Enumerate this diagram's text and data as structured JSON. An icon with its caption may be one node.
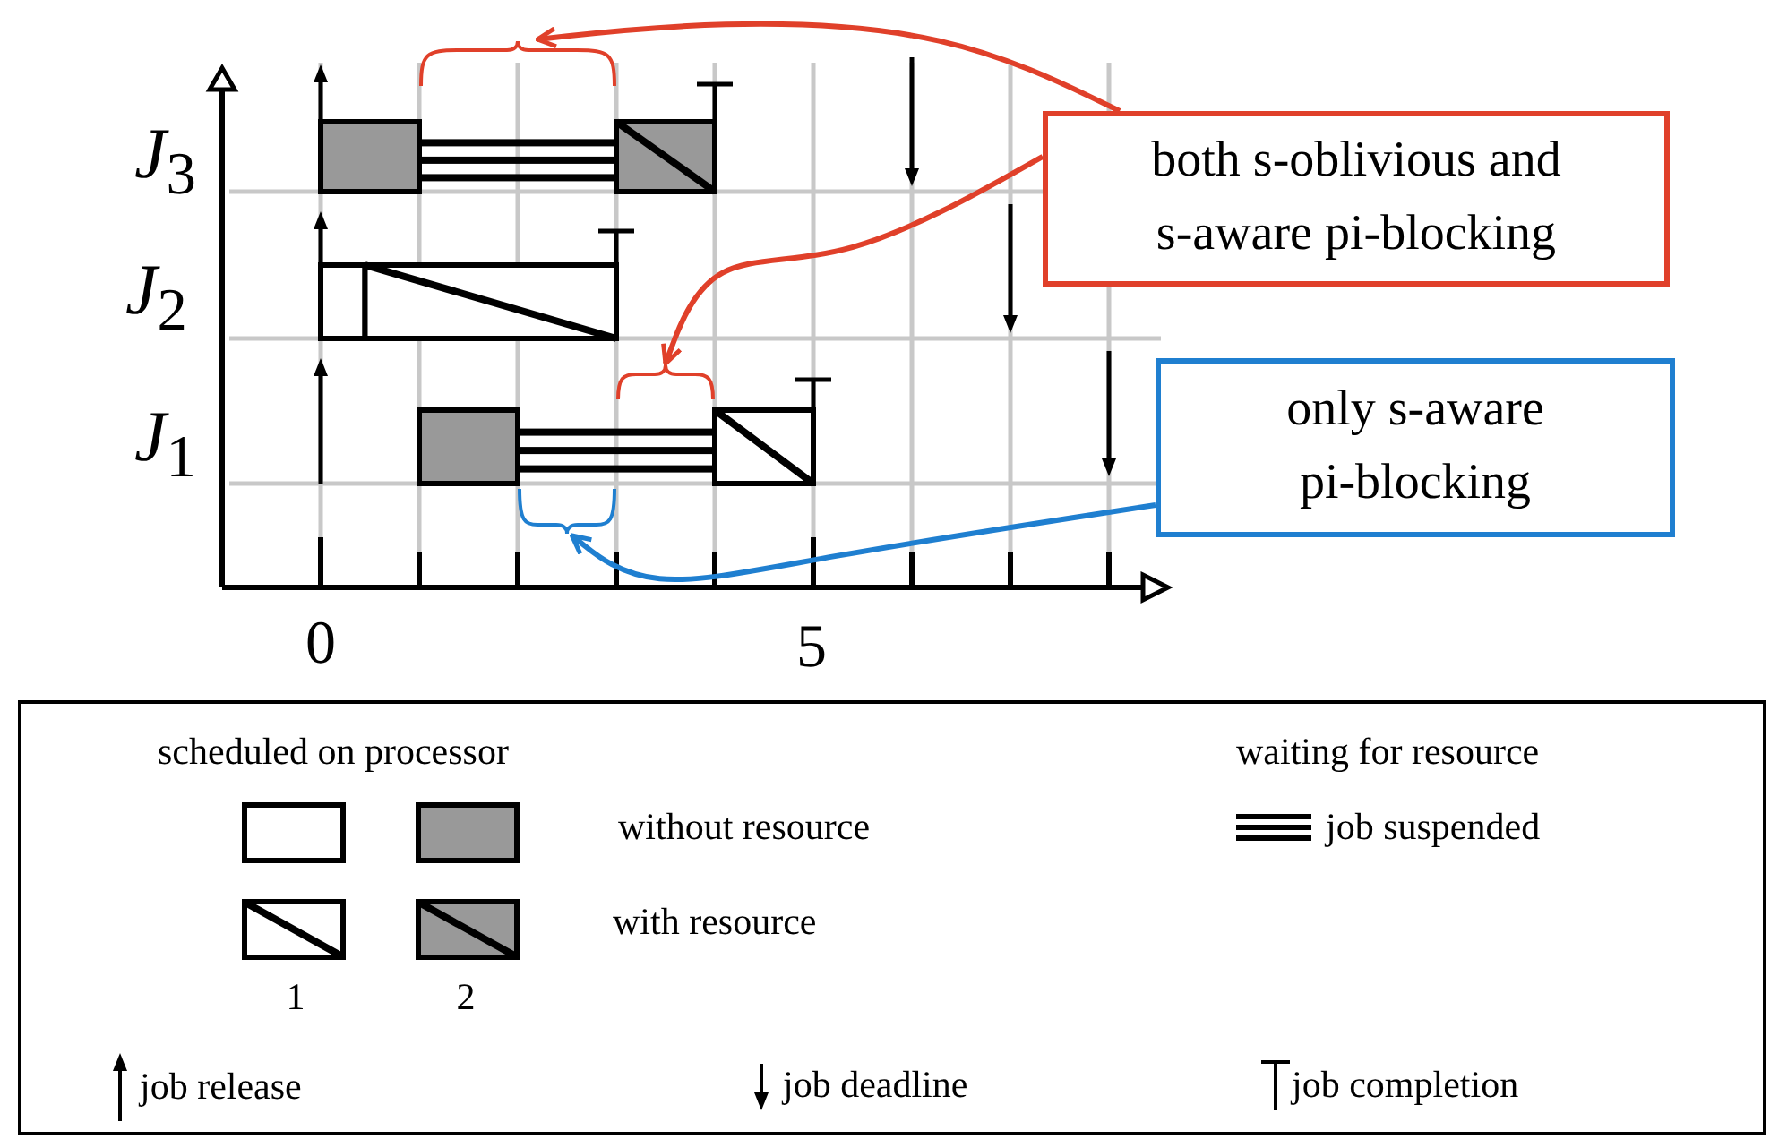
{
  "diagram": {
    "nodes": [
      {
        "text": [
          "both s-oblivious and s-aware pi-blocking"
        ]
      },
      {
        "text": [
          "only s-aware pi-blocking"
        ]
      },
      {
        "text": [],
        "shape": "brace"
      },
      {
        "text": [],
        "shape": "brace"
      },
      {
        "text": [],
        "shape": "brace"
      }
    ],
    "edges": [
      {
        "from": 0,
        "to": 2,
        "arrow": "to"
      },
      {
        "from": 0,
        "to": 3,
        "arrow": "to"
      },
      {
        "from": 1,
        "to": 4,
        "arrow": "to",
        "color": "#1f7fd0"
      }
    ],
    "labels": [
      "*J*$_{3}$",
      "*J*$_{2}$",
      "*J*$_{1}$",
      "0",
      "5",
      "scheduled on processor",
      "waiting for resource",
      "1",
      "2"
    ],
    "legend": [
      {
        "text": "without resource"
      },
      {
        "text": "with resource"
      },
      {
        "text": "job suspended"
      },
      {
        "text": "job release"
      },
      {
        "text": "job deadline"
      },
      {
        "text": "job completion"
      }
    ]
  }
}
